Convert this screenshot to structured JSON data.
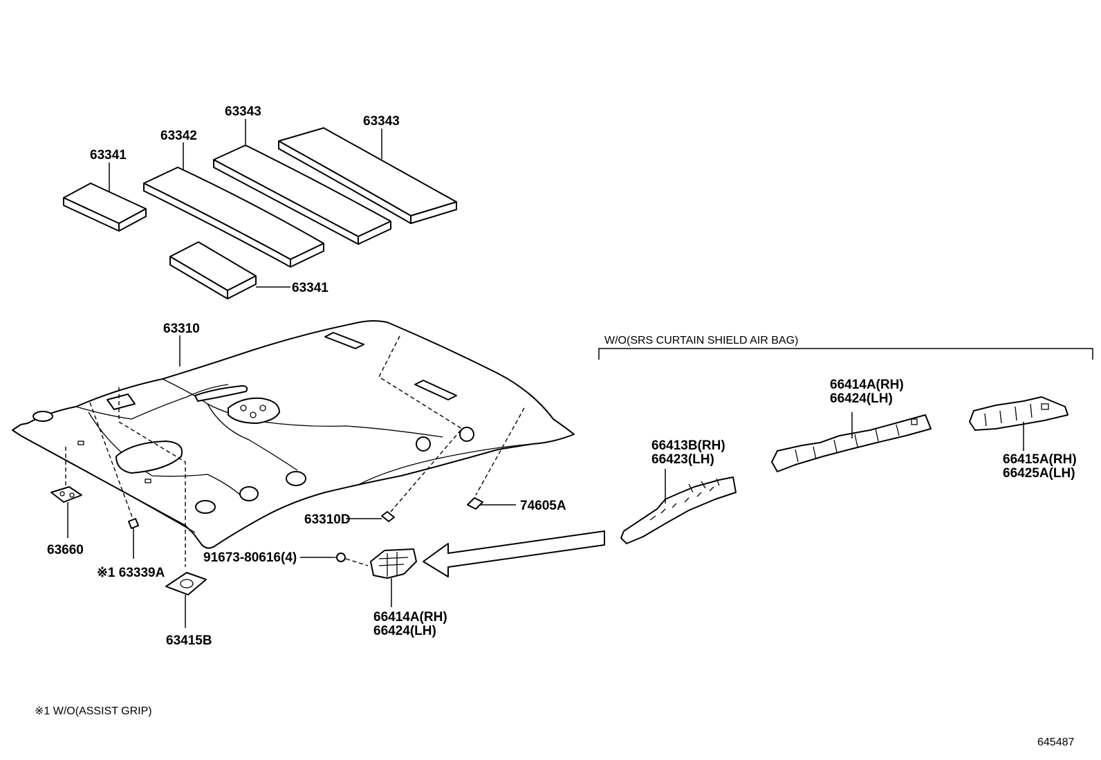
{
  "labels": {
    "p63343_a": "63343",
    "p63343_b": "63343",
    "p63342": "63342",
    "p63341_a": "63341",
    "p63341_b": "63341",
    "p63310": "63310",
    "p63310D": "63310D",
    "p74605A": "74605A",
    "p63660": "63660",
    "p63339A": "※1 63339A",
    "p63415B": "63415B",
    "p91673": "91673-80616(4)",
    "p66414A_lower_rh": "66414A(RH)",
    "p66424_lower_lh": "66424(LH)",
    "p66413B_rh": "66413B(RH)",
    "p66423_lh": "66423(LH)",
    "p66414A_upper_rh": "66414A(RH)",
    "p66424_upper_lh": "66424(LH)",
    "p66415A_rh": "66415A(RH)",
    "p66425A_lh": "66425A(LH)"
  },
  "group_caption": "W/O(SRS CURTAIN SHIELD AIR BAG)",
  "footnote": "※1 W/O(ASSIST GRIP)",
  "diagram_number": "645487"
}
